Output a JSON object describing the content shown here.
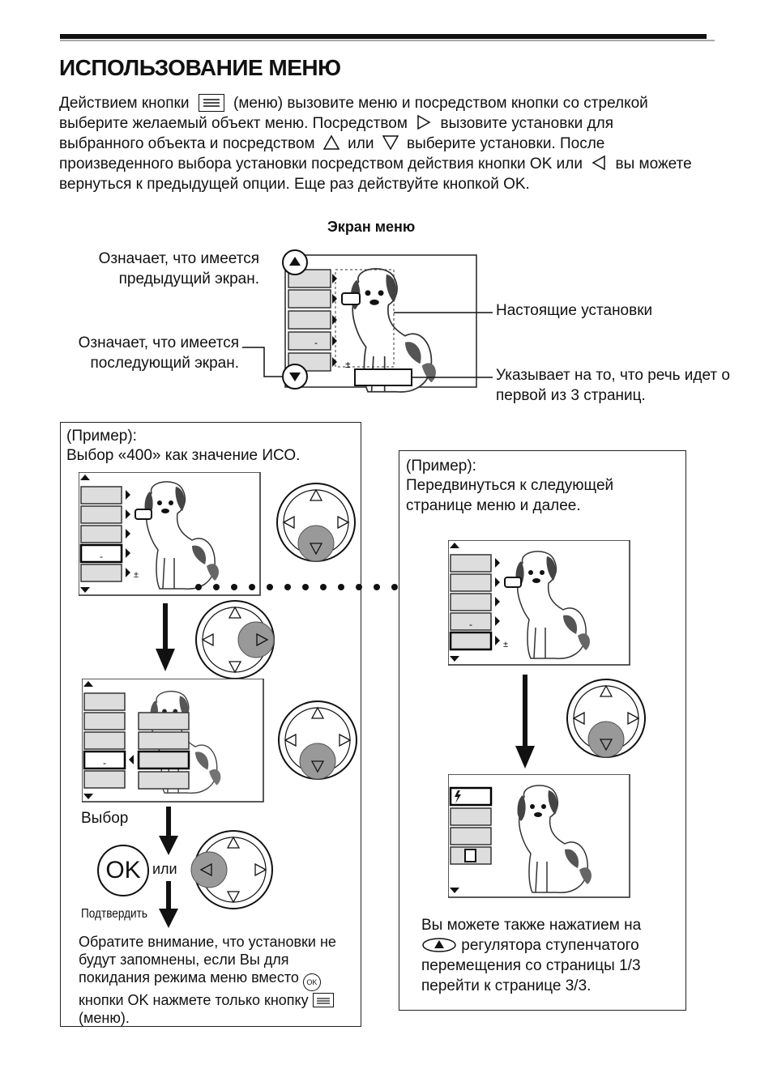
{
  "header": {
    "title": "ИСПОЛЬЗОВАНИЕ МЕНЮ"
  },
  "intro": {
    "part1": "Действием кнопки",
    "part2": "(меню) вызовите меню и посредством кнопки со стрелкой выберите желаемый объект меню. Посредством",
    "part3": "вызовите установки для выбранного объекта и посредством",
    "part4": "или",
    "part5": "выберите установки. После произведенного выбора установки посредством действия кнопки OK или",
    "part6": "вы можете вернуться к предыдущей опции. Еще раз действуйте кнопкой OK."
  },
  "menu_screen": {
    "caption": "Экран меню",
    "label_prev": "Означает, что имеется предыдущий экран.",
    "label_next": "Означает, что имеется последующий экран.",
    "label_settings": "Настоящие установки",
    "label_page": "Указывает на то, что речь идет о первой из 3 страниц."
  },
  "example1": {
    "heading": "(Пример):",
    "text": "Выбор «400» как значение ИСО.",
    "select_label": "Выбор",
    "or_label": "или",
    "confirm_label": "Подтвердить",
    "ok_button": "OK",
    "note": "Обратите внимание, что установки не будут запомнены, если Вы для покидания режима меню вместо",
    "note2": "кнопки OK нажмете только кнопку",
    "note3": "(меню)."
  },
  "example2": {
    "heading": "(Пример):",
    "text": "Передвинуться к следующей странице меню и далее.",
    "note_a": "Вы можете также нажатием на",
    "note_b": "регулятора ступенчатого перемещения со страницы 1/3 перейти к странице 3/3."
  },
  "glyphs": {
    "ok_small": "OK",
    "dash": "-",
    "plusminus": "±"
  }
}
